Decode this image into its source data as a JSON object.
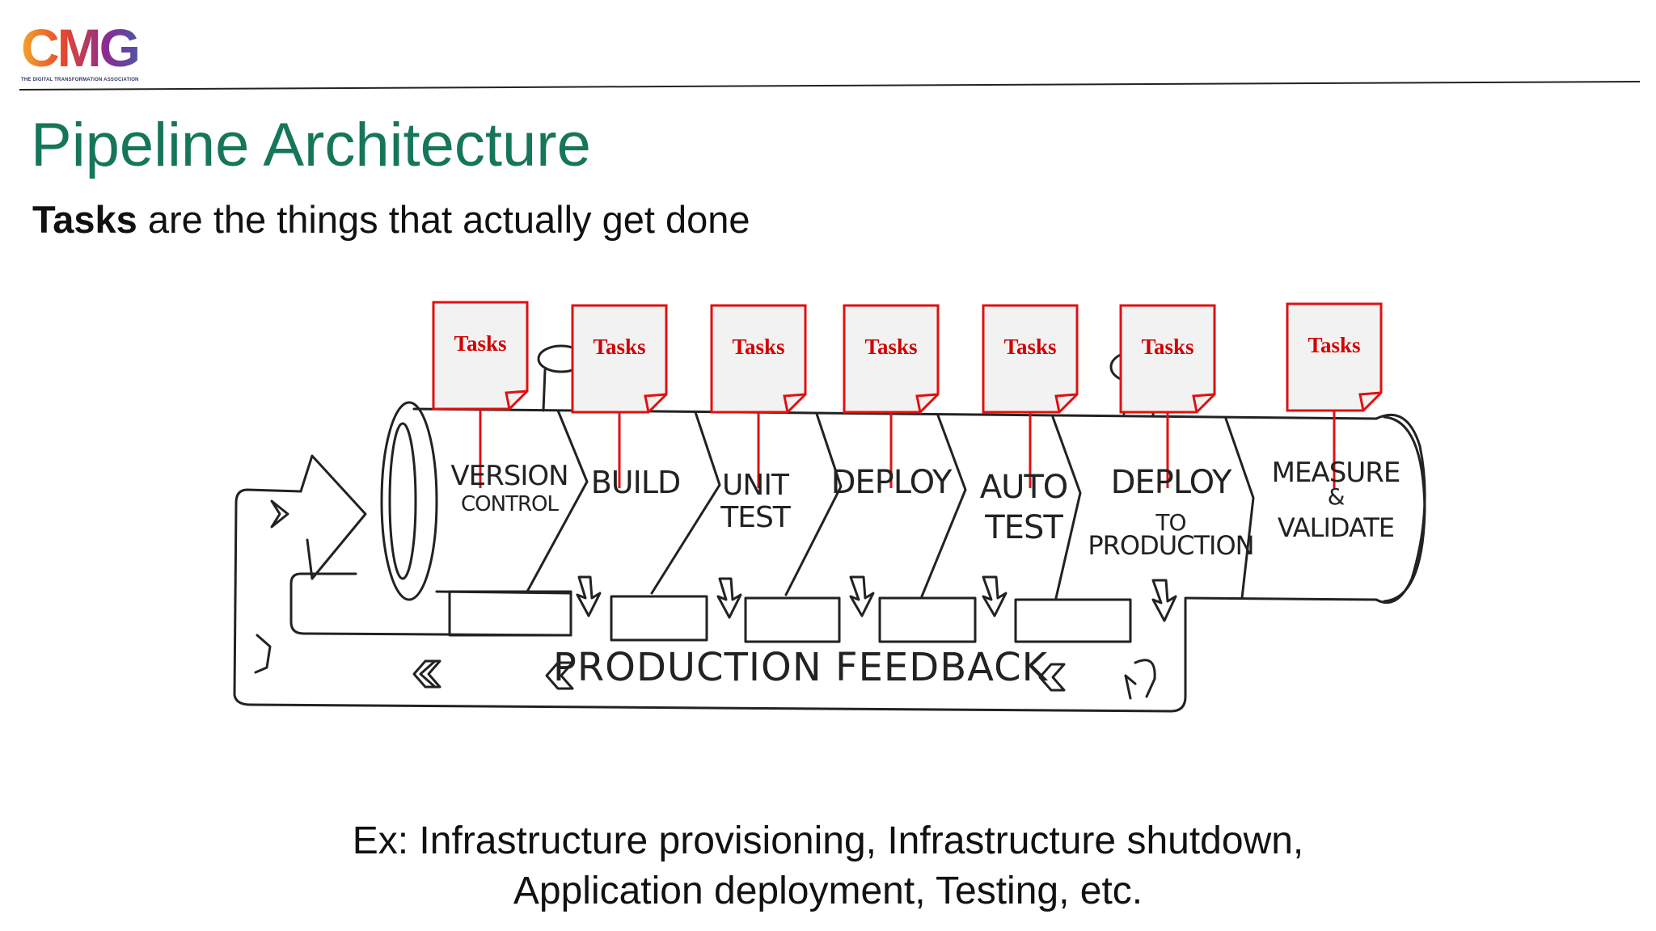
{
  "logo": {
    "text": "CMG",
    "tagline": "THE DIGITAL TRANSFORMATION ASSOCIATION"
  },
  "title": "Pipeline Architecture",
  "subtitle": {
    "bold": "Tasks",
    "rest": " are the things that actually get done"
  },
  "stages": [
    {
      "lines": [
        "VERSION",
        "CONTROL"
      ],
      "task": "Tasks"
    },
    {
      "lines": [
        "BUILD"
      ],
      "task": "Tasks"
    },
    {
      "lines": [
        "UNIT",
        "TEST"
      ],
      "task": "Tasks"
    },
    {
      "lines": [
        "DEPLOY"
      ],
      "task": "Tasks"
    },
    {
      "lines": [
        "AUTO",
        "TEST"
      ],
      "task": "Tasks"
    },
    {
      "lines": [
        "DEPLOY",
        "TO",
        "PRODUCTION"
      ],
      "task": "Tasks"
    },
    {
      "lines": [
        "MEASURE",
        "&",
        "VALIDATE"
      ],
      "task": "Tasks"
    }
  ],
  "feedback_label": "PRODUCTION FEEDBACK",
  "footer": {
    "line1": "Ex: Infrastructure provisioning, Infrastructure shutdown,",
    "line2": "Application deployment, Testing, etc."
  },
  "colors": {
    "title": "#16765a",
    "task_border": "#e01010",
    "task_text": "#d20000",
    "sketch": "#222222"
  }
}
